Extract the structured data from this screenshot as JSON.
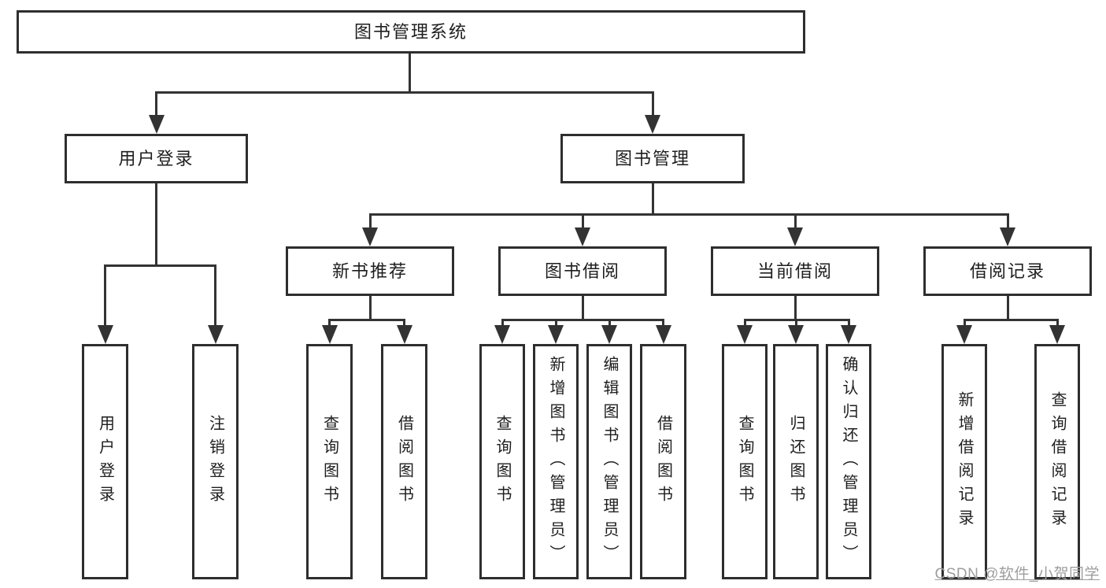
{
  "diagram": {
    "title": "图书管理系统",
    "watermark": "CSDN @软件_小贺同学",
    "colors": {
      "line": "#333333",
      "box_border": "#2e2e2e",
      "text": "#1e1e1e",
      "watermark": "#9e9e9e",
      "background": "#ffffff"
    },
    "nodes": [
      {
        "id": "root",
        "label": "图书管理系统"
      },
      {
        "id": "user-login",
        "label": "用户登录"
      },
      {
        "id": "book-management",
        "label": "图书管理"
      },
      {
        "id": "new-book-recommend",
        "label": "新书推荐"
      },
      {
        "id": "book-borrow",
        "label": "图书借阅"
      },
      {
        "id": "current-borrow",
        "label": "当前借阅"
      },
      {
        "id": "borrow-records",
        "label": "借阅记录"
      },
      {
        "id": "leaf-user-login",
        "label": "用户登录"
      },
      {
        "id": "leaf-logout",
        "label": "注销登录"
      },
      {
        "id": "leaf-query-books-1",
        "label": "查询图书"
      },
      {
        "id": "leaf-borrow-books-1",
        "label": "借阅图书"
      },
      {
        "id": "leaf-query-books-2",
        "label": "查询图书"
      },
      {
        "id": "leaf-add-books",
        "label": "新增图书（管理员）"
      },
      {
        "id": "leaf-edit-books",
        "label": "编辑图书（管理员）"
      },
      {
        "id": "leaf-borrow-books-2",
        "label": "借阅图书"
      },
      {
        "id": "leaf-query-books-3",
        "label": "查询图书"
      },
      {
        "id": "leaf-return-books",
        "label": "归还图书"
      },
      {
        "id": "leaf-confirm-return",
        "label": "确认归还（管理员）"
      },
      {
        "id": "leaf-add-borrow-record",
        "label": "新增借阅记录"
      },
      {
        "id": "leaf-query-borrow-record",
        "label": "查询借阅记录"
      }
    ],
    "edges": [
      {
        "from": "root",
        "to": [
          "user-login",
          "book-management"
        ]
      },
      {
        "from": "user-login",
        "to": [
          "leaf-user-login",
          "leaf-logout"
        ]
      },
      {
        "from": "book-management",
        "to": [
          "new-book-recommend",
          "book-borrow",
          "current-borrow",
          "borrow-records"
        ]
      },
      {
        "from": "new-book-recommend",
        "to": [
          "leaf-query-books-1",
          "leaf-borrow-books-1"
        ]
      },
      {
        "from": "book-borrow",
        "to": [
          "leaf-query-books-2",
          "leaf-add-books",
          "leaf-edit-books",
          "leaf-borrow-books-2"
        ]
      },
      {
        "from": "current-borrow",
        "to": [
          "leaf-query-books-3",
          "leaf-return-books",
          "leaf-confirm-return"
        ]
      },
      {
        "from": "borrow-records",
        "to": [
          "leaf-add-borrow-record",
          "leaf-query-borrow-record"
        ]
      }
    ]
  }
}
